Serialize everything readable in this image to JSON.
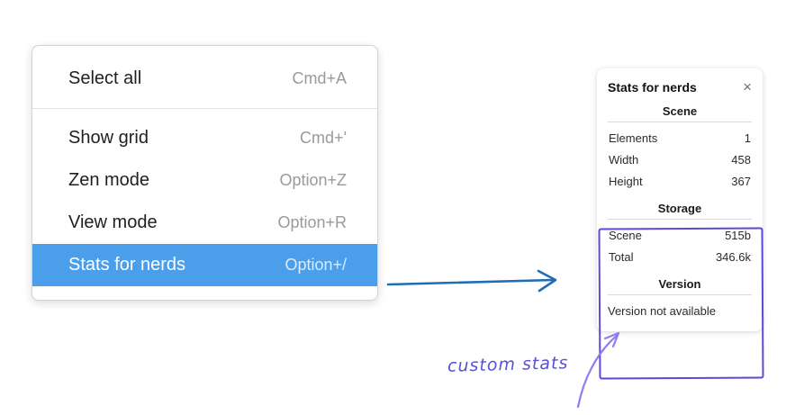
{
  "context_menu": {
    "items": [
      {
        "label": "Select all",
        "shortcut": "Cmd+A"
      },
      {
        "label": "Show grid",
        "shortcut": "Cmd+'"
      },
      {
        "label": "Zen mode",
        "shortcut": "Option+Z"
      },
      {
        "label": "View mode",
        "shortcut": "Option+R"
      },
      {
        "label": "Stats for nerds",
        "shortcut": "Option+/"
      }
    ],
    "selected_item": "Stats for nerds"
  },
  "stats_panel": {
    "title": "Stats for nerds",
    "close_label": "×",
    "sections": [
      {
        "header": "Scene",
        "rows": [
          {
            "label": "Elements",
            "value": "1"
          },
          {
            "label": "Width",
            "value": "458"
          },
          {
            "label": "Height",
            "value": "367"
          }
        ]
      },
      {
        "header": "Storage",
        "rows": [
          {
            "label": "Scene",
            "value": "515b"
          },
          {
            "label": "Total",
            "value": "346.6k"
          }
        ]
      },
      {
        "header": "Version",
        "note": "Version not available"
      }
    ]
  },
  "annotation": {
    "label": "custom stats"
  },
  "colors": {
    "menu_highlight": "#4a9eea",
    "arrow_blue": "#1f6db4",
    "annotation_purple": "#5b4fd6",
    "annotation_purple_light": "#8d7df2"
  }
}
